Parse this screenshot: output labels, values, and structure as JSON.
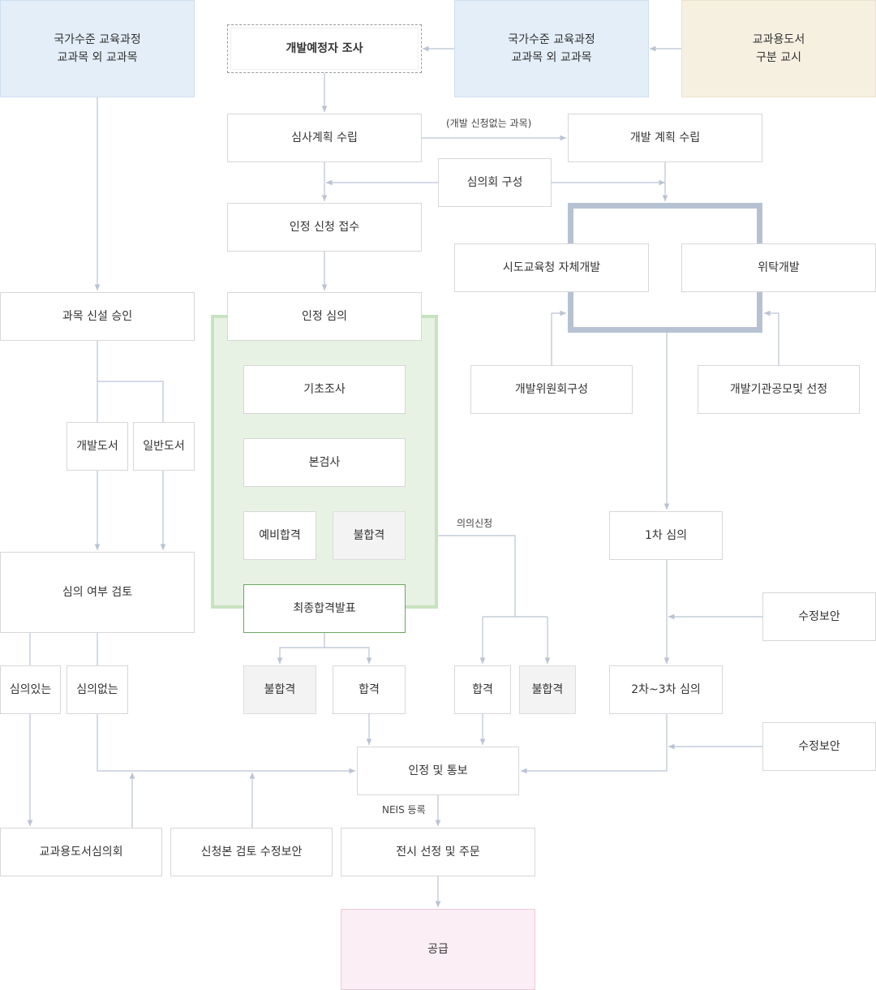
{
  "boxes": {
    "top_left_curriculum": "국가수준 교육과정\n교과목 외 교과목",
    "survey": "개발예정자 조사",
    "top_mid_curriculum": "국가수준 교육과정\n교과목 외 교과목",
    "textbook_notice": "교과용도서\n구분 교시",
    "review_plan": "심사계획 수립",
    "dev_plan": "개발 계획 수립",
    "council_form": "심의회 구성",
    "application": "인정 신청 접수",
    "self_dev": "시도교육청 자체개발",
    "outsourced": "위탁개발",
    "subject_approval": "과목 신설 승인",
    "review_main": "인정 심의",
    "basic_survey": "기초조사",
    "main_review": "본검사",
    "dev_book": "개발도서",
    "general_book": "일반도서",
    "prelim_pass": "예비합격",
    "fail_1": "불합격",
    "final_announce": "최종합격발표",
    "review_check": "심의 여부 검토",
    "committee_form": "개발위원회구성",
    "agency_select": "개발기관공모및 선정",
    "first_review": "1차 심의",
    "revise_1": "수정보안",
    "with_review": "심의있는",
    "without_review": "심의없는",
    "fail_2": "불합격",
    "pass_1": "합격",
    "pass_2": "합격",
    "fail_3": "불합격",
    "second_third_review": "2차~3차 심의",
    "revise_2": "수정보안",
    "approval_notice": "인정 및 통보",
    "textbook_council": "교과용도서심의회",
    "revision": "신청본 검토 수정보안",
    "exhibit": "전시 선정 및 주문",
    "supply": "공급"
  },
  "labels": {
    "no_application": "(개발 신청없는 과목)",
    "objection": "의의신청",
    "neis": "NEIS 등록"
  },
  "colors": {
    "line": "#b9c3d3",
    "green_line": "#7cb36f",
    "blue_fill": "#e3eef8",
    "cream_fill": "#f6f0e1",
    "pink_fill": "#fbeef4",
    "green_fill": "#e8f2e4",
    "gray_fill": "#f3f3f3"
  }
}
